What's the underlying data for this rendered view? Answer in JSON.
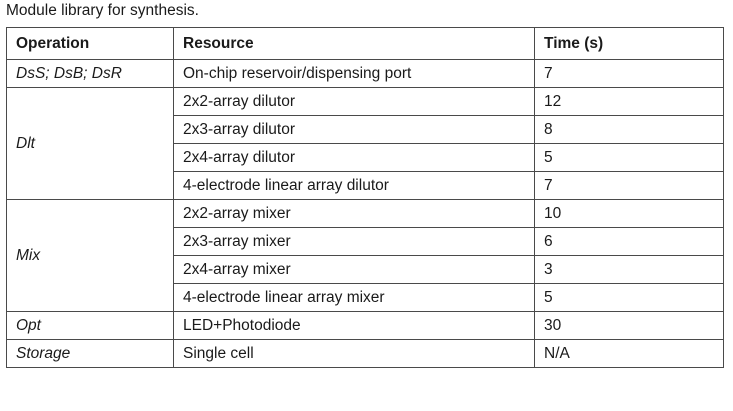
{
  "caption": "Module library for synthesis.",
  "table": {
    "columns": [
      "Operation",
      "Resource",
      "Time (s)"
    ],
    "groups": [
      {
        "operation": "DsS; DsB; DsR",
        "rows": [
          {
            "resource": "On-chip reservoir/dispensing port",
            "time": "7"
          }
        ]
      },
      {
        "operation": "Dlt",
        "rows": [
          {
            "resource": "2x2-array dilutor",
            "time": "12"
          },
          {
            "resource": "2x3-array dilutor",
            "time": "8"
          },
          {
            "resource": "2x4-array dilutor",
            "time": "5"
          },
          {
            "resource": "4-electrode linear array dilutor",
            "time": "7"
          }
        ]
      },
      {
        "operation": "Mix",
        "rows": [
          {
            "resource": "2x2-array mixer",
            "time": "10"
          },
          {
            "resource": "2x3-array mixer",
            "time": "6"
          },
          {
            "resource": "2x4-array mixer",
            "time": "3"
          },
          {
            "resource": "4-electrode linear array mixer",
            "time": "5"
          }
        ]
      },
      {
        "operation": "Opt",
        "rows": [
          {
            "resource": "LED+Photodiode",
            "time": "30"
          }
        ]
      },
      {
        "operation": "Storage",
        "rows": [
          {
            "resource": "Single cell",
            "time": "N/A"
          }
        ]
      }
    ]
  }
}
